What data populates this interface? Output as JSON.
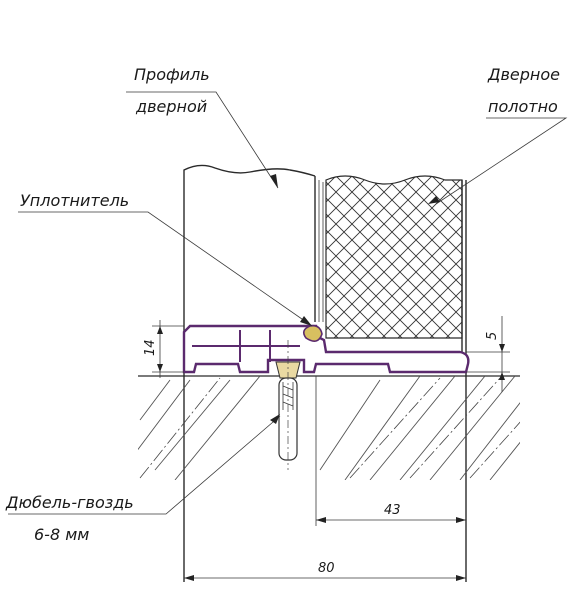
{
  "labels": {
    "door_profile_line1": "Профиль",
    "door_profile_line2": "дверной",
    "door_leaf_line1": "Дверное",
    "door_leaf_line2": "полотно",
    "seal": "Уплотнитель",
    "dowel_line1": "Дюбель-гвоздь",
    "dowel_line2": "6-8 мм"
  },
  "dimensions": {
    "height": "14",
    "step": "5",
    "leaf_offset": "43",
    "total_width": "80"
  },
  "colors": {
    "profile": "#5b2a6e",
    "lines": "#2a2a2a"
  }
}
